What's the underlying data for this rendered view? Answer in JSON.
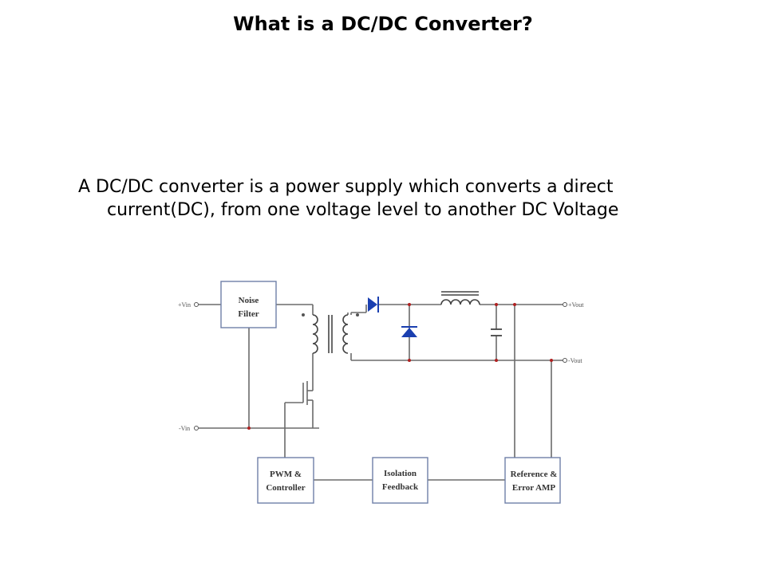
{
  "slide": {
    "title": "What is a DC/DC Converter?",
    "body_line1": "A DC/DC converter is a power supply which converts a direct",
    "body_line2": "current(DC), from one voltage level to another DC Voltage"
  },
  "diagram": {
    "terminals": {
      "vin_pos": "+Vin",
      "vin_neg": "-Vin",
      "vout_pos": "+Vout",
      "vout_neg": "-Vout"
    },
    "blocks": {
      "noise_filter": [
        "Noise",
        "Filter"
      ],
      "pwm_controller": [
        "PWM &",
        "Controller"
      ],
      "isolation_feedback": [
        "Isolation",
        "Feedback"
      ],
      "reference_error_amp": [
        "Reference &",
        "Error AMP"
      ]
    },
    "colors": {
      "wire": "#6b6b6b",
      "block_border": "#6f7fa8",
      "diode": "#1a3fb0",
      "node": "#b02020"
    }
  }
}
